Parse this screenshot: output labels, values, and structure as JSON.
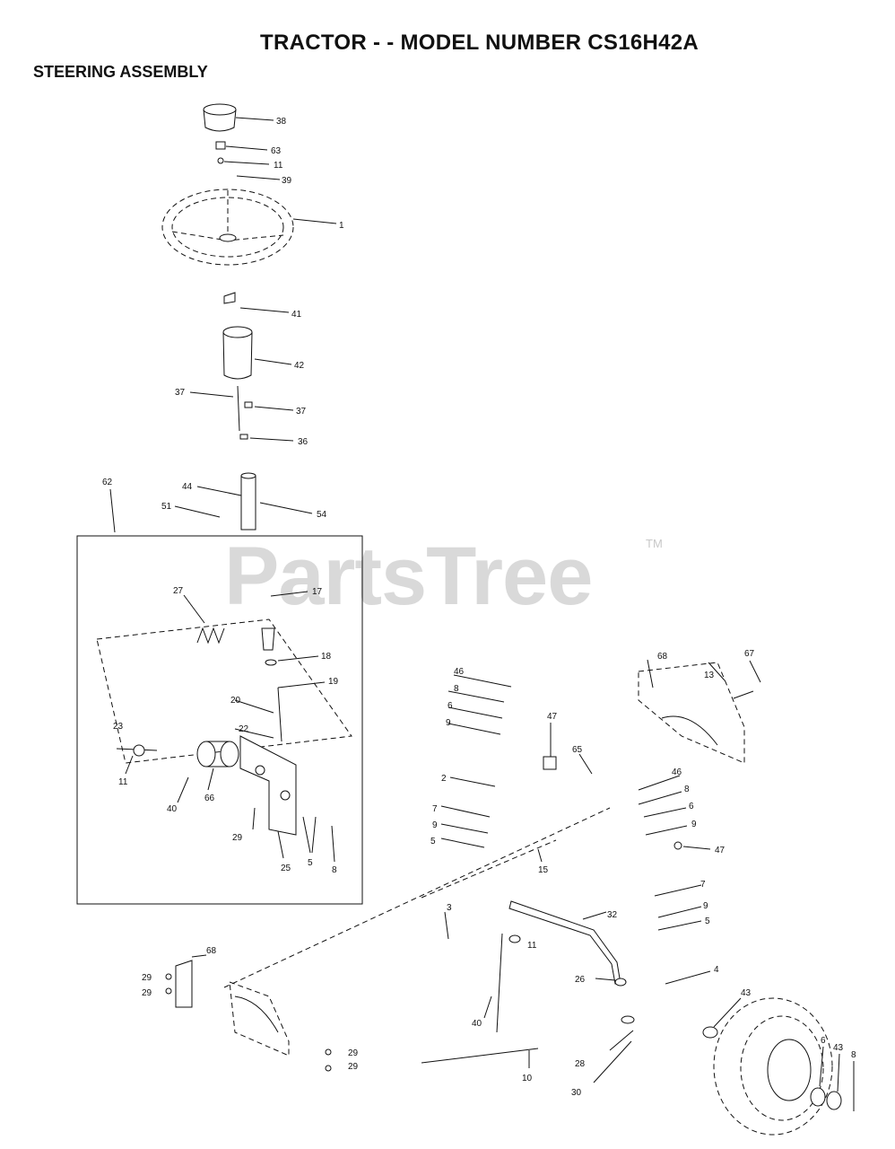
{
  "header": {
    "title": "TRACTOR - - MODEL NUMBER CS16H42A",
    "subtitle": "STEERING ASSEMBLY"
  },
  "watermark": {
    "brand": "PartsTree",
    "trademark": "TM"
  },
  "callouts": {
    "c38": "38",
    "c63": "63",
    "c11a": "11",
    "c39": "39",
    "c1": "1",
    "c41": "41",
    "c42": "42",
    "c37a": "37",
    "c37b": "37",
    "c36": "36",
    "c44": "44",
    "c51": "51",
    "c54": "54",
    "c62": "62",
    "c17": "17",
    "c27": "27",
    "c18": "18",
    "c19": "19",
    "c20": "20",
    "c22": "22",
    "c23": "23",
    "c11b": "11",
    "c40a": "40",
    "c66": "66",
    "c29a": "29",
    "c25": "25",
    "c5a": "5",
    "c8a": "8",
    "c46a": "46",
    "c8b": "8",
    "c6a": "6",
    "c9a": "9",
    "c47a": "47",
    "c65": "65",
    "c2": "2",
    "c7a": "7",
    "c9b": "9",
    "c5b": "5",
    "c15": "15",
    "c68a": "68",
    "c13": "13",
    "c67": "67",
    "c46b": "46",
    "c8c": "8",
    "c6b": "6",
    "c9c": "9",
    "c47b": "47",
    "c7b": "7",
    "c9d": "9",
    "c5c": "5",
    "c4": "4",
    "c3": "3",
    "c32": "32",
    "c11c": "11",
    "c26": "26",
    "c40b": "40",
    "c28": "28",
    "c30": "30",
    "c10": "10",
    "c68b": "68",
    "c29b": "29",
    "c29c": "29",
    "c29d": "29",
    "c29e": "29",
    "c43a": "43",
    "c6c": "6",
    "c43b": "43",
    "c8d": "8"
  }
}
